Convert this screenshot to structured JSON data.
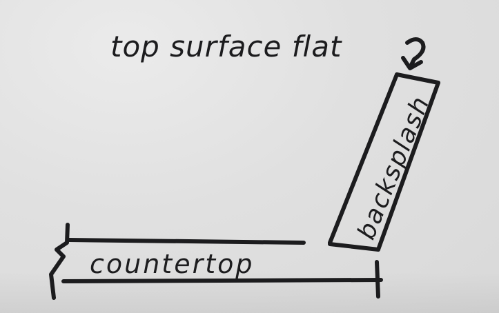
{
  "caption": "top surface flat",
  "labels": {
    "countertop": "countertop",
    "backsplash": "backsplash"
  },
  "colors": {
    "whiteboard": "#e3e3e3",
    "ink": "#1c1c1e"
  },
  "icons": {
    "pointer": "hooked-arrow-icon"
  }
}
